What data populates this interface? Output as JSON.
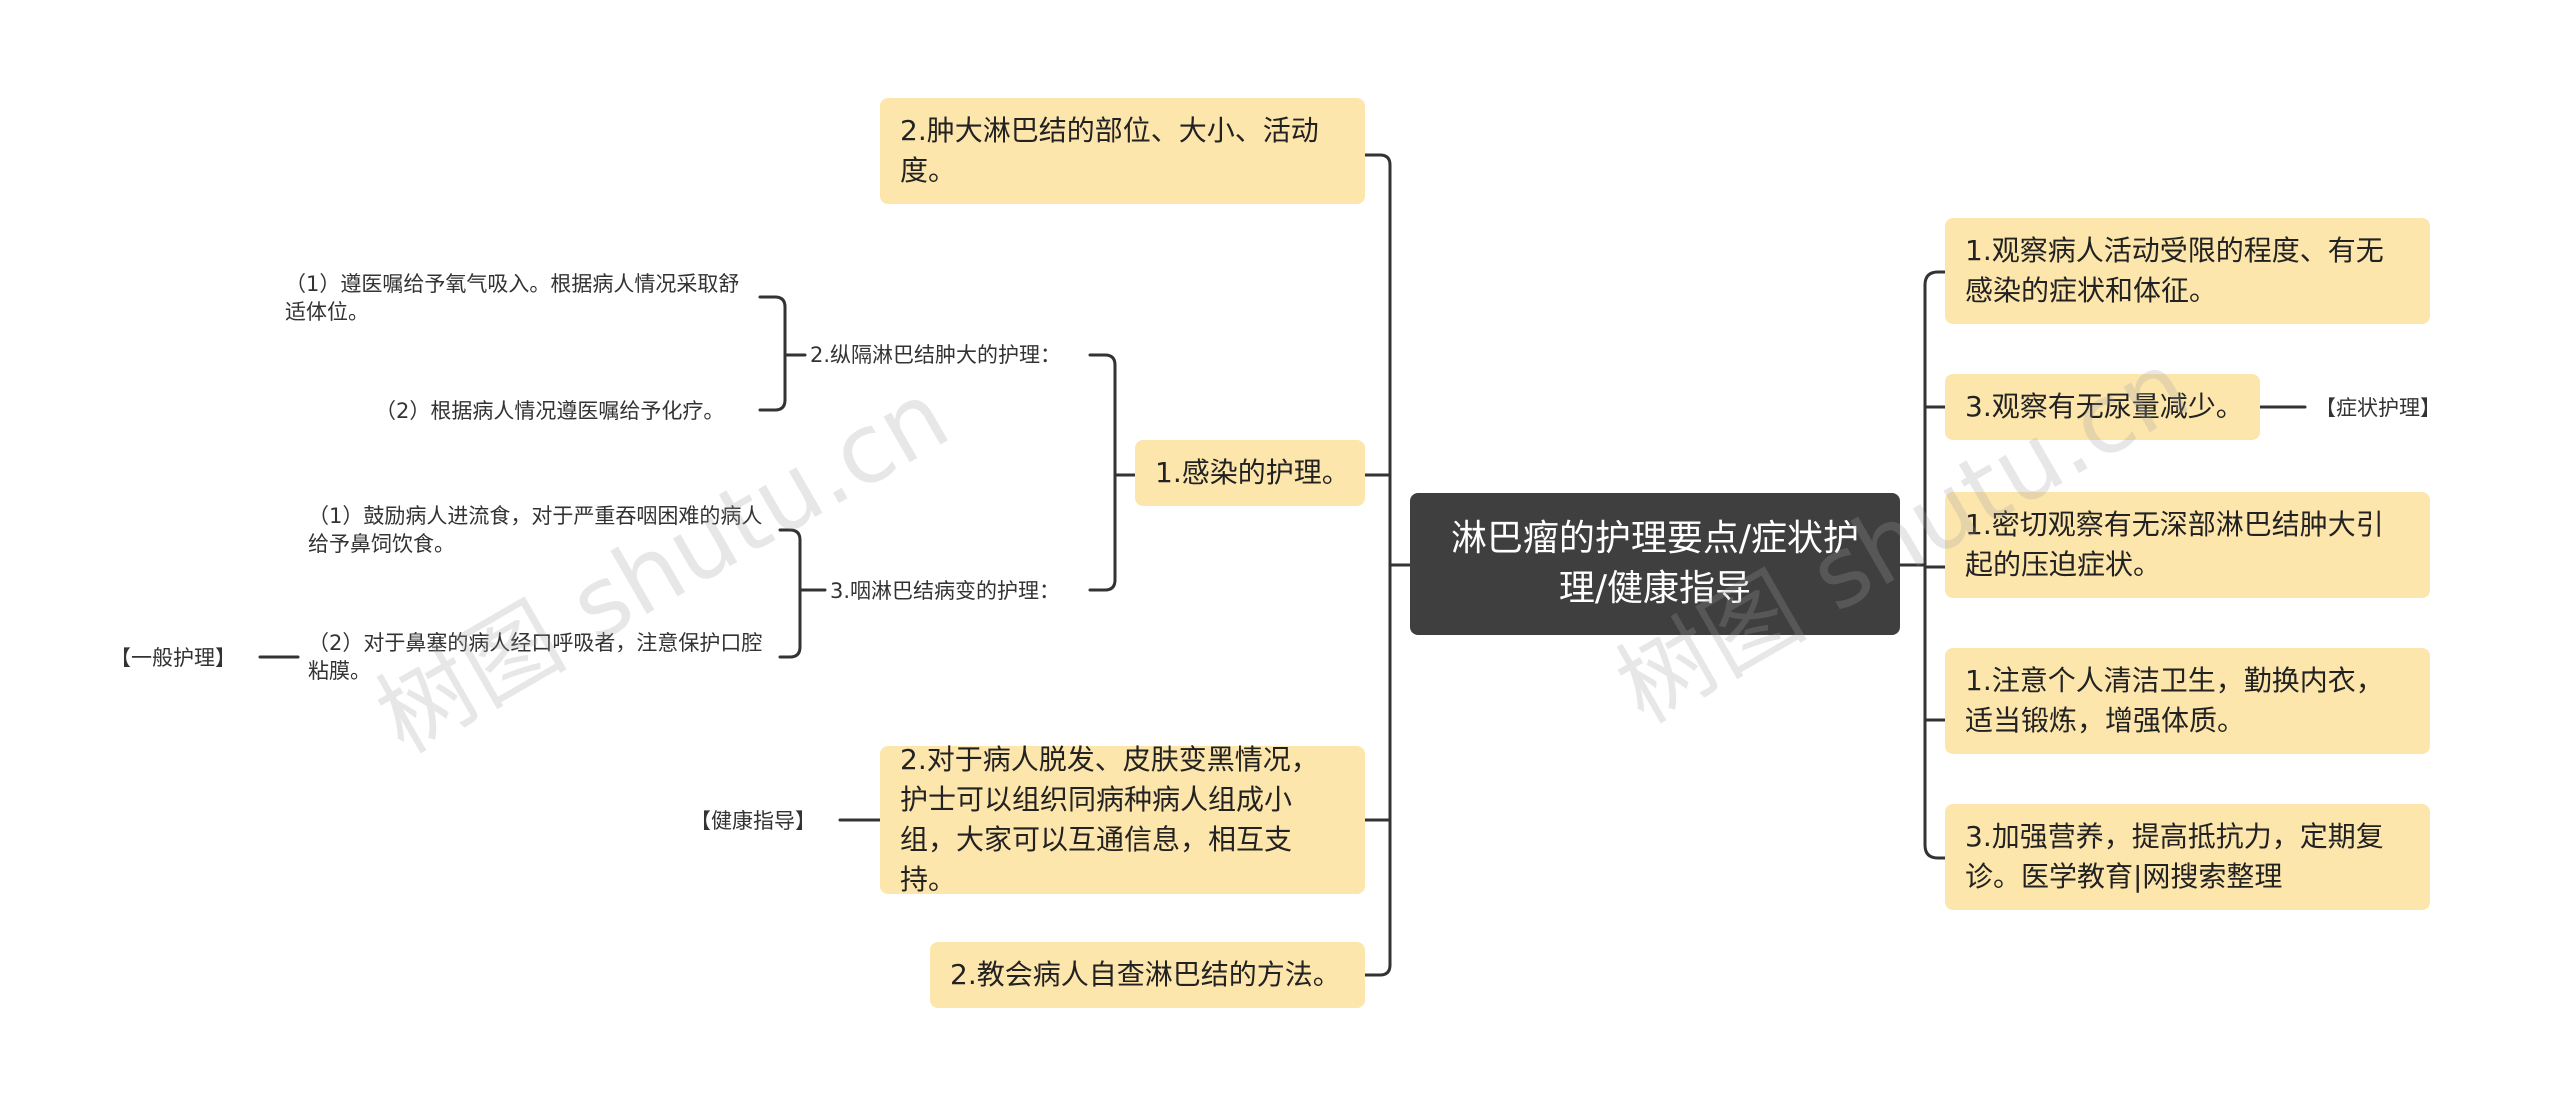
{
  "center": {
    "title": "淋巴瘤的护理要点/症状护理/健康指导"
  },
  "left": {
    "node_swelling_location": "2.肿大淋巴结的部位、大小、活动度。",
    "infection_care": "1.感染的护理。",
    "mediastinal": {
      "label": "2.纵隔淋巴结肿大的护理：",
      "items": [
        "（1）遵医嘱给予氧气吸入。根据病人情况采取舒适体位。",
        "（2）根据病人情况遵医嘱给予化疗。"
      ]
    },
    "pharyngeal": {
      "label": "3.咽淋巴结病变的护理：",
      "items": [
        "（1）鼓励病人进流食，对于严重吞咽困难的病人给予鼻饲饮食。",
        "（2）对于鼻塞的病人经口呼吸者，注意保护口腔粘膜。"
      ]
    },
    "general_care_tag": "【一般护理】",
    "hair_loss": "2.对于病人脱发、皮肤变黑情况，护士可以组织同病种病人组成小组，大家可以互通信息，相互支持。",
    "health_tag": "【健康指导】",
    "self_check": "2.教会病人自查淋巴结的方法。"
  },
  "right": {
    "items": [
      "1.观察病人活动受限的程度、有无感染的症状和体征。",
      "3.观察有无尿量减少。",
      "1.密切观察有无深部淋巴结肿大引起的压迫症状。",
      "1.注意个人清洁卫生，勤换内衣，适当锻炼，增强体质。",
      "3.加强营养，提高抵抗力，定期复诊。医学教育|网搜索整理"
    ],
    "symptom_tag": "【症状护理】"
  },
  "watermark": "树图 shutu.cn",
  "colors": {
    "node_fill": "#fde6ac",
    "center_fill": "#3f3f3f",
    "line": "#333333"
  }
}
